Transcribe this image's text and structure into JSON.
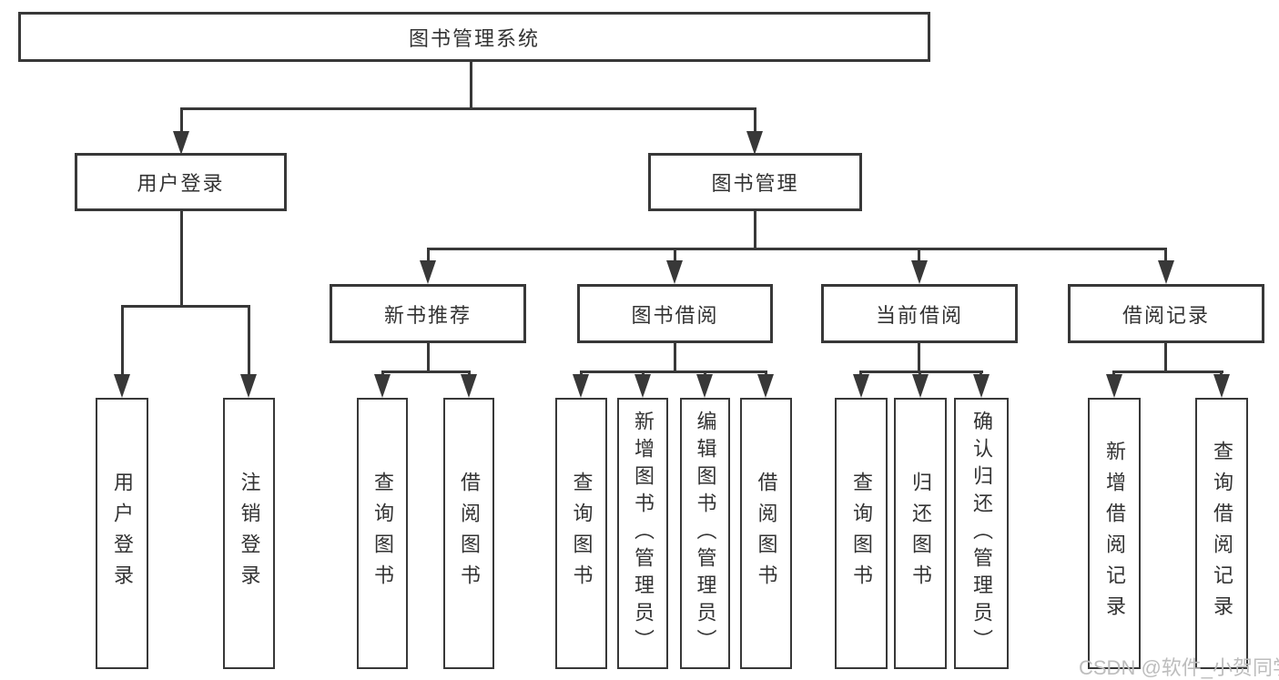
{
  "diagram": {
    "root": "图书管理系统",
    "level2": [
      "用户登录",
      "图书管理"
    ],
    "level3": [
      "新书推荐",
      "图书借阅",
      "当前借阅",
      "借阅记录"
    ],
    "leaves": {
      "user_login": [
        "用户登录",
        "注销登录"
      ],
      "new_book_recommendation": [
        "查询图书",
        "借阅图书"
      ],
      "book_borrowing": [
        "查询图书",
        "新增图书（管理员）",
        "编辑图书（管理员）",
        "借阅图书"
      ],
      "current_borrowing": [
        "查询图书",
        "归还图书",
        "确认归还（管理员）"
      ],
      "borrowing_records": [
        "新增借阅记录",
        "查询借阅记录"
      ]
    },
    "colors": {
      "line": "#383838",
      "text": "#333333",
      "watermark": "#bdbdbd",
      "background": "#ffffff"
    }
  },
  "watermark": {
    "text": "CSDN @软件_小贺同学"
  }
}
